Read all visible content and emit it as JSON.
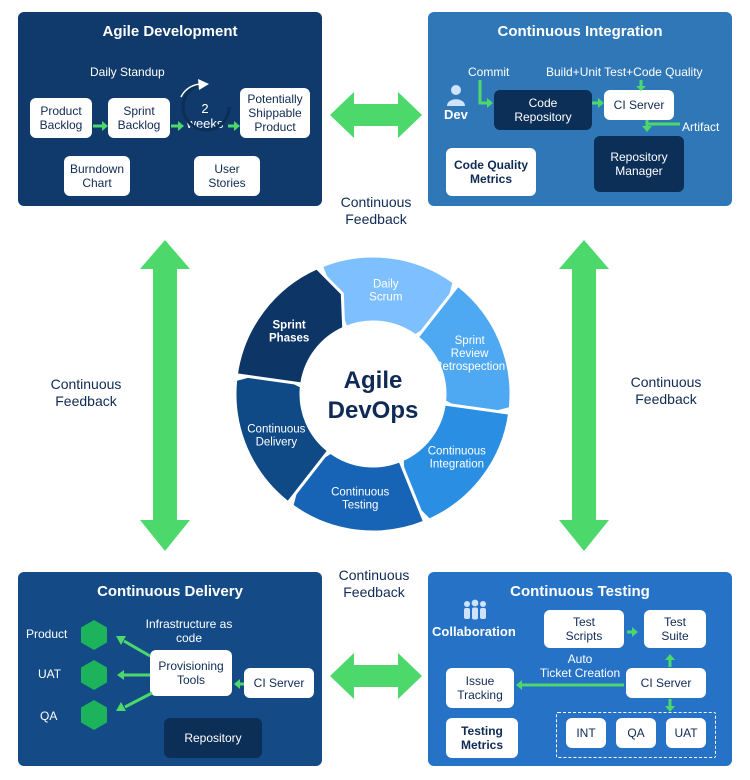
{
  "colors": {
    "agile_panel": "#0f3a6b",
    "ci_panel": "#2f77b7",
    "cd_panel": "#144b86",
    "ct_panel": "#2572c6",
    "arrow_green": "#4cd86a",
    "hex_green": "#1db35c",
    "dark_box": "#0b2f57",
    "ring_light": "#7ec0ff",
    "ring_mid": "#4fa9f2",
    "ring_blue": "#2a8fe3",
    "ring_dark": "#0d3566",
    "ring_navy": "#0f4a86",
    "ring_royal": "#1763b6"
  },
  "center": {
    "line1": "Agile",
    "line2": "DevOps"
  },
  "feedback": {
    "top": [
      "Continuous",
      "Feedback"
    ],
    "left": [
      "Continuous",
      "Feedback"
    ],
    "right": [
      "Continuous",
      "Feedback"
    ],
    "bottom": [
      "Continuous",
      "Feedback"
    ]
  },
  "ring_segments": [
    {
      "name": "daily-scrum",
      "lines": [
        "Daily",
        "Scrum"
      ]
    },
    {
      "name": "sprint-review",
      "lines": [
        "Sprint",
        "Review",
        "Retrospection"
      ]
    },
    {
      "name": "continuous-integration",
      "lines": [
        "Continuous",
        "Integration"
      ]
    },
    {
      "name": "continuous-testing",
      "lines": [
        "Continuous",
        "Testing"
      ]
    },
    {
      "name": "continuous-delivery",
      "lines": [
        "Continuous",
        "Delivery"
      ]
    },
    {
      "name": "sprint-phases",
      "lines": [
        "Sprint",
        "Phases"
      ]
    }
  ],
  "agile": {
    "title": "Agile Development",
    "daily_standup": "Daily Standup",
    "product_backlog": [
      "Product",
      "Backlog"
    ],
    "sprint_backlog": [
      "Sprint",
      "Backlog"
    ],
    "weeks": [
      "2",
      "weeks"
    ],
    "shippable": [
      "Potentially",
      "Shippable",
      "Product"
    ],
    "burndown": [
      "Burndown",
      "Chart"
    ],
    "user_stories": [
      "User",
      "Stories"
    ]
  },
  "ci": {
    "title": "Continuous Integration",
    "commit": "Commit",
    "build": "Build+Unit Test+Code Quality",
    "dev": "Dev",
    "code_repo": [
      "Code",
      "Repository"
    ],
    "ci_server": "CI Server",
    "artifact": "Artifact",
    "code_quality": [
      "Code Quality",
      "Metrics"
    ],
    "repo_manager": [
      "Repository",
      "Manager"
    ]
  },
  "cd": {
    "title": "Continuous Delivery",
    "product": "Product",
    "uat": "UAT",
    "qa": "QA",
    "infra": [
      "Infrastructure as",
      "code"
    ],
    "provisioning": [
      "Provisioning",
      "Tools"
    ],
    "ci_server": "CI Server",
    "repository": "Repository"
  },
  "ct": {
    "title": "Continuous Testing",
    "collaboration": "Collaboration",
    "test_scripts": [
      "Test",
      "Scripts"
    ],
    "test_suite": [
      "Test",
      "Suite"
    ],
    "auto_ticket": [
      "Auto",
      "Ticket Creation"
    ],
    "issue_tracking": [
      "Issue",
      "Tracking"
    ],
    "ci_server": "CI Server",
    "testing_metrics": [
      "Testing",
      "Metrics"
    ],
    "int": "INT",
    "qa": "QA",
    "uat": "UAT"
  }
}
